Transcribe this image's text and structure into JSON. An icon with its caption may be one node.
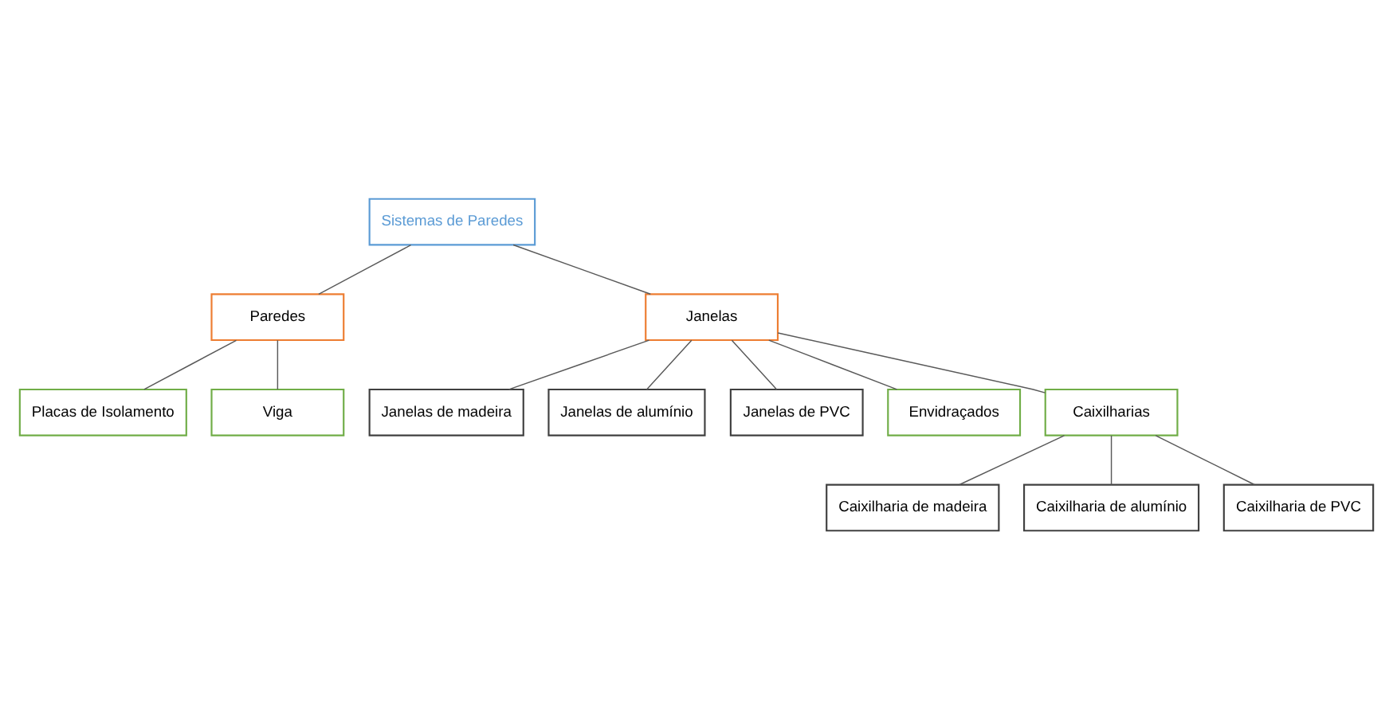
{
  "diagram": {
    "nodes": [
      {
        "text": [
          "Sistemas de Paredes"
        ]
      },
      {
        "text": [
          "Paredes"
        ]
      },
      {
        "text": [
          "Janelas"
        ]
      },
      {
        "text": [
          "Janelas de madeira"
        ]
      },
      {
        "text": [
          "Janelas de alumínio"
        ]
      },
      {
        "text": [
          "Janelas de PVC"
        ]
      },
      {
        "text": [
          "Placas de Isolamento"
        ]
      },
      {
        "text": [
          "Viga"
        ]
      },
      {
        "text": [
          "Envidraçados"
        ]
      },
      {
        "text": [
          "Caixilharias"
        ]
      },
      {
        "text": [
          "Caixilharia de madeira"
        ]
      },
      {
        "text": [
          "Caixilharia de alumínio"
        ]
      },
      {
        "text": [
          "Caixilharia de PVC"
        ]
      }
    ],
    "edges": [
      {
        "from": 0,
        "to": 1,
        "arrow": "none"
      },
      {
        "from": 0,
        "to": 2,
        "arrow": "none"
      },
      {
        "from": 2,
        "to": 3,
        "arrow": "none"
      },
      {
        "from": 2,
        "to": 4,
        "arrow": "none"
      },
      {
        "from": 2,
        "to": 5,
        "arrow": "none"
      },
      {
        "from": 1,
        "to": 6,
        "arrow": "none"
      },
      {
        "from": 1,
        "to": 7,
        "arrow": "none"
      },
      {
        "from": 2,
        "to": 8,
        "arrow": "none"
      },
      {
        "from": 2,
        "to": 9,
        "arrow": "none"
      },
      {
        "from": 9,
        "to": 10,
        "arrow": "none"
      },
      {
        "from": 9,
        "to": 11,
        "arrow": "none"
      },
      {
        "from": 9,
        "to": 12,
        "arrow": "none"
      }
    ]
  }
}
